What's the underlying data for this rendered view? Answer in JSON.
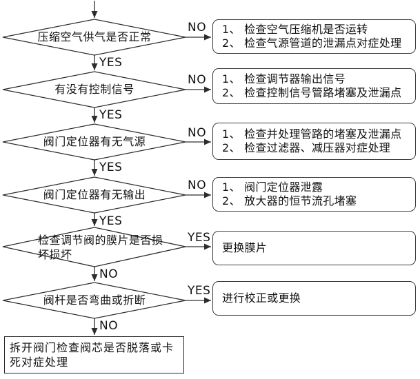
{
  "colors": {
    "line": "#2d2d2d",
    "box_border": "#3c3c3c",
    "text": "#111111",
    "background": "#ffffff"
  },
  "flow": {
    "steps": [
      {
        "question": "压缩空气供气是否正常",
        "branch": "NO",
        "next": "YES",
        "actions": [
          "1、 检查空气压缩机是否运转",
          "2、 检查气源管道的泄漏点对症处理"
        ]
      },
      {
        "question": "有没有控制信号",
        "branch": "NO",
        "next": "YES",
        "actions": [
          "1、 检查调节器输出信号",
          "2、 检查控制信号管路堵塞及泄漏点"
        ]
      },
      {
        "question": "阀门定位器有无气源",
        "branch": "NO",
        "next": "YES",
        "actions": [
          "1、 检查并处理管路的堵塞及泄漏点",
          "2、 检查过滤器、减压器对症处理"
        ]
      },
      {
        "question": "阀门定位器有无输出",
        "branch": "NO",
        "next": "YES",
        "actions": [
          "1、 阀门定位器泄露",
          "2、 放大器的恒节流孔堵塞"
        ]
      },
      {
        "question": "检查调节阀的膜片是否损坏损坏",
        "branch": "YES",
        "next": "NO",
        "actions": [
          "更换膜片"
        ]
      },
      {
        "question": "阀杆是否弯曲或折断",
        "branch": "YES",
        "next": "NO",
        "actions": [
          "进行校正或更换"
        ]
      }
    ],
    "final_action": "拆开阀门检查阀芯是否脱落或卡死对症处理"
  }
}
